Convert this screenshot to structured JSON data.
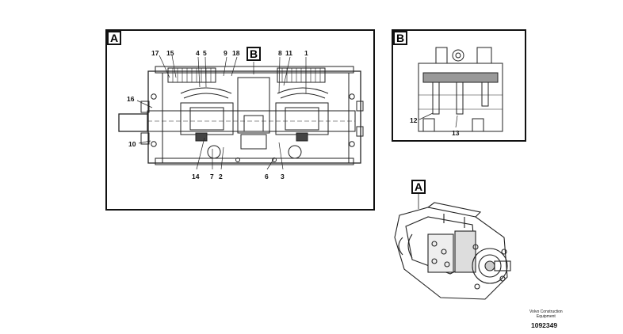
{
  "views": {
    "a": {
      "tag": "A"
    },
    "b": {
      "tag": "B"
    },
    "pump": {
      "tag": "A"
    },
    "callout_b": "B"
  },
  "labels_a": {
    "n17": "17",
    "n15": "15",
    "n4": "4",
    "n5": "5",
    "n9": "9",
    "n18": "18",
    "n8": "8",
    "n11": "11",
    "n1": "1",
    "n16": "16",
    "n10": "10",
    "n14": "14",
    "n7": "7",
    "n2": "2",
    "n6": "6",
    "n3": "3"
  },
  "labels_b": {
    "n12": "12",
    "n13": "13"
  },
  "footer": {
    "brand_line1": "Volvo Construction",
    "brand_line2": "Equipment",
    "code": "1092349"
  }
}
